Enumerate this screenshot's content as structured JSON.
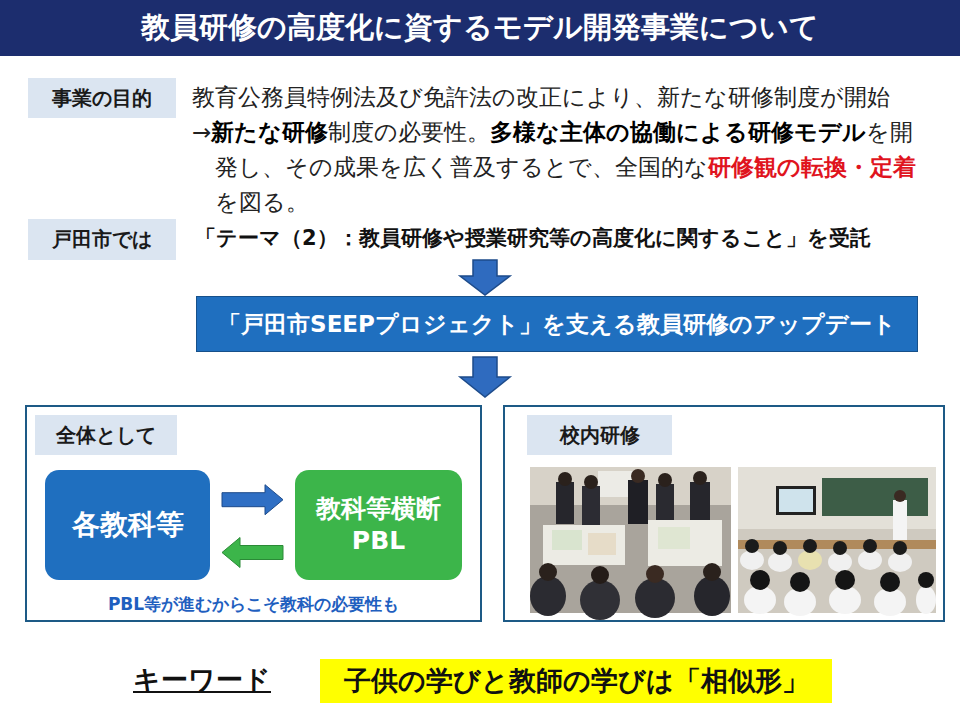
{
  "diagram": {
    "title": "教員研修の高度化に資するモデル開発事業について",
    "nodes": [
      {
        "text": [
          "事業の目的"
        ]
      },
      {
        "text": [
          "戸田市では"
        ]
      },
      {
        "text": [
          "「戸田市SEEPプロジェクト」を支える教員研修のアップデート"
        ]
      },
      {
        "text": [
          "全体として",
          "PBL等が進むからこそ教科の必要性も"
        ]
      },
      {
        "text": [
          "各教科等"
        ],
        "in": 3
      },
      {
        "text": [
          "教科等横断 PBL"
        ],
        "in": 3
      },
      {
        "text": [
          "校内研修"
        ]
      },
      {
        "text": [
          "子供の学びと教師の学びは「相似形」"
        ]
      }
    ],
    "edges": [
      {
        "from": 4,
        "to": 5,
        "arrow": "to"
      },
      {
        "from": 5,
        "to": 4,
        "arrow": "to"
      }
    ],
    "labels": [
      "教育公務員特例法及び免許法の改正により、新たな研修制度が開始",
      "→",
      "新たな研修",
      "制度の必要性。",
      "多様な主体の協働による研修モデル",
      "を開発し、その成果を広く普及するとで、全国的な",
      "研修観の転換・定着",
      "を図る。",
      "「テーマ（2）：教員研修や授業研究等の高度化に関すること」を受託",
      "キーワード"
    ]
  }
}
